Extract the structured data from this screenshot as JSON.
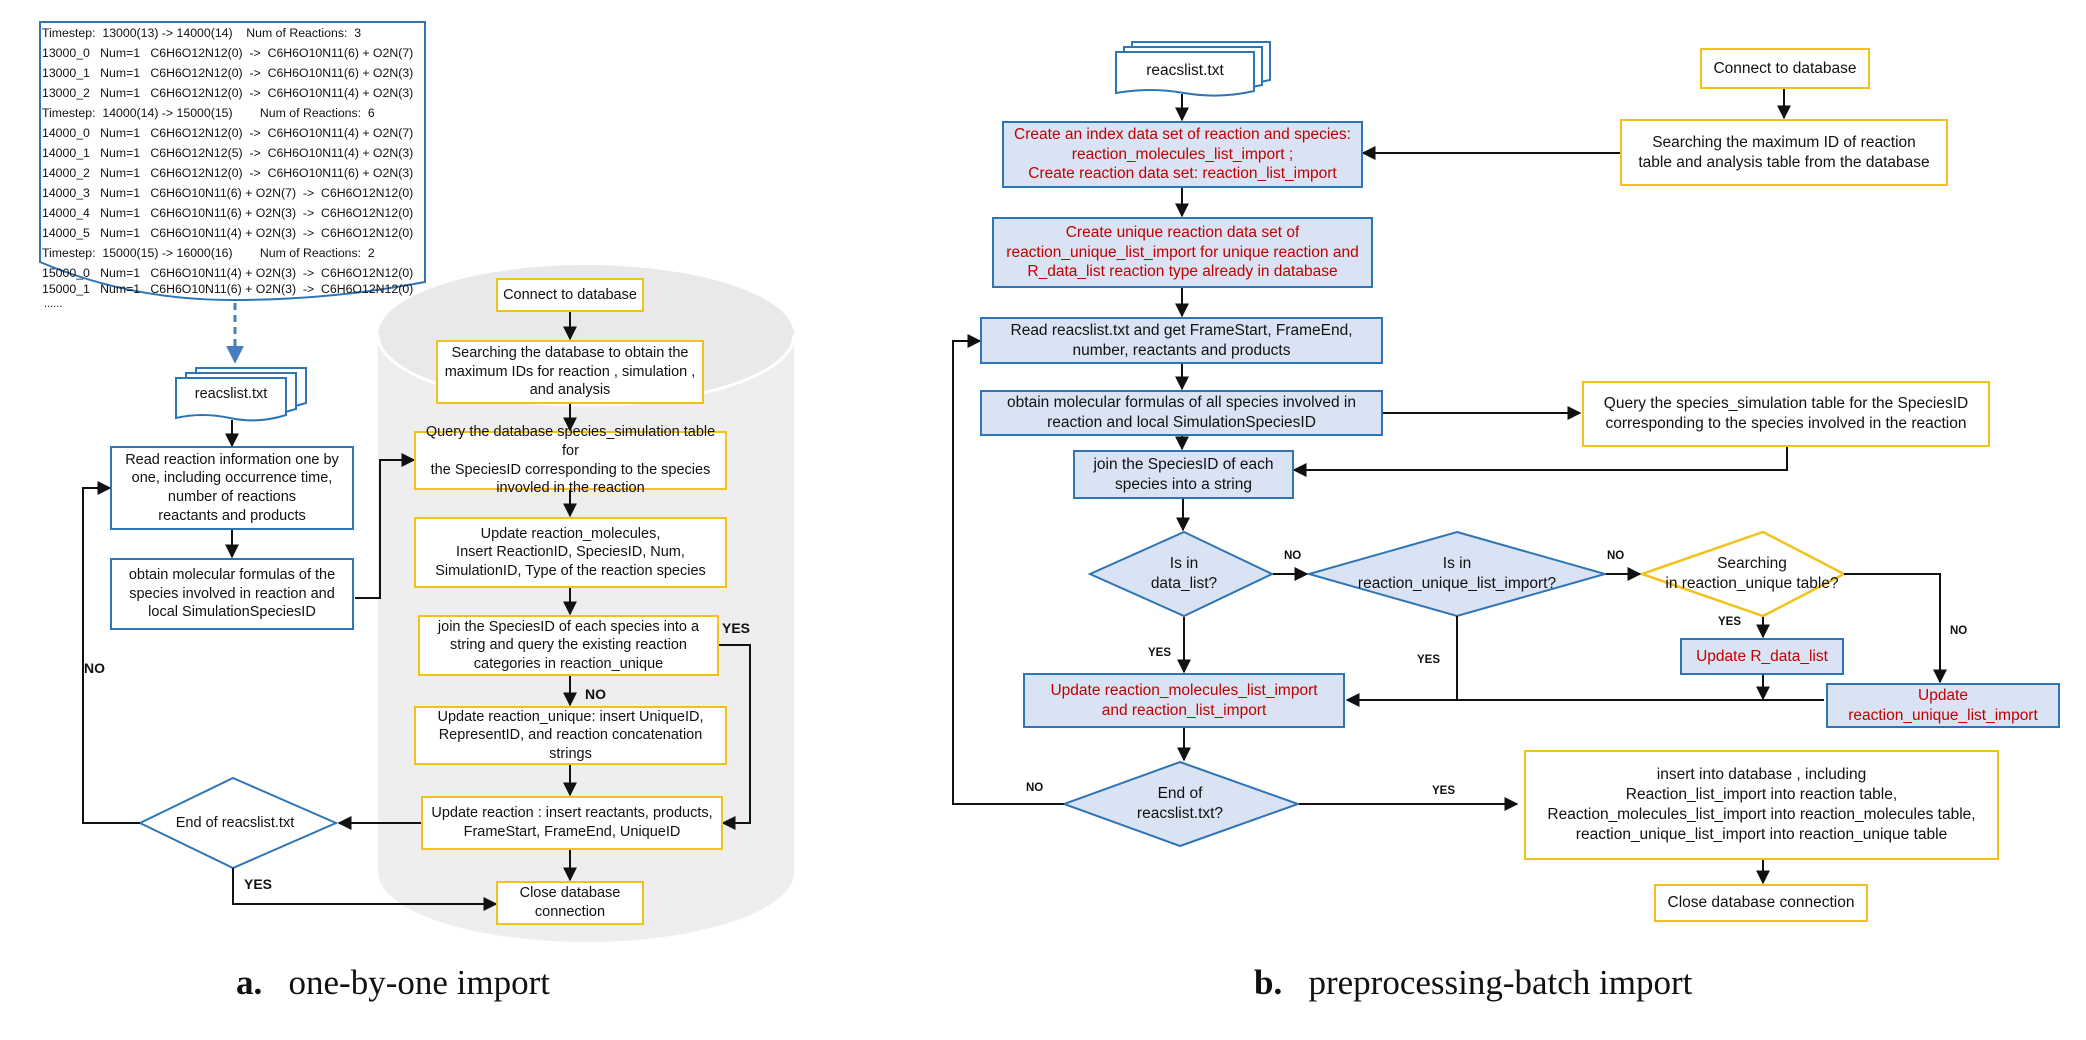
{
  "log": {
    "lines": [
      "Timestep:  13000(13) -> 14000(14)    Num of Reactions:  3",
      "13000_0   Num=1   C6H6O12N12(0)  ->  C6H6O10N11(6) + O2N(7)",
      "13000_1   Num=1   C6H6O12N12(0)  ->  C6H6O10N11(6) + O2N(3)",
      "13000_2   Num=1   C6H6O12N12(0)  ->  C6H6O10N11(4) + O2N(3)",
      "Timestep:  14000(14) -> 15000(15)        Num of Reactions:  6",
      "14000_0   Num=1   C6H6O12N12(0)  ->  C6H6O10N11(4) + O2N(7)",
      "14000_1   Num=1   C6H6O12N12(5)  ->  C6H6O10N11(4) + O2N(3)",
      "14000_2   Num=1   C6H6O12N12(0)  ->  C6H6O10N11(6) + O2N(3)",
      "14000_3   Num=1   C6H6O10N11(6) + O2N(7)  ->  C6H6O12N12(0)",
      "14000_4   Num=1   C6H6O10N11(6) + O2N(3)  ->  C6H6O12N12(0)",
      "14000_5   Num=1   C6H6O10N11(4) + O2N(3)  ->  C6H6O12N12(0)",
      "Timestep:  15000(15) -> 16000(16)        Num of Reactions:  2",
      "15000_0   Num=1   C6H6O10N11(4) + O2N(3)  ->  C6H6O12N12(0)",
      "15000_1   Num=1   C6H6O10N11(6) + O2N(3)  ->  C6H6O12N12(0)",
      "......"
    ]
  },
  "panel_a": {
    "caption_letter": "a.",
    "caption_text": "one-by-one import",
    "file": "reacslist.txt",
    "read_info": "Read reaction information one by\none, including occurrence time,\nnumber of reactions\nreactants and products",
    "obtain_formulas": "obtain molecular formulas of the\nspecies involved in reaction and\nlocal SimulationSpeciesID",
    "end_decision": "End of reacslist.txt",
    "connect": "Connect to database",
    "search_max": "Searching the database to obtain the\nmaximum  IDs for reaction , simulation  ,\nand analysis",
    "query_species": "Query the database species_simulation table for\nthe SpeciesID corresponding to the species\ninvovled  in the reaction",
    "update_molecules": "Update reaction_molecules,\nInsert ReactionID, SpeciesID, Num,\nSimulationID,  Type of the reaction species",
    "join_query": "join the SpeciesID of each species into a\nstring and query the existing reaction\ncategories in reaction_unique",
    "update_unique": "Update reaction_unique:  insert UniqueID,\nRepresentID, and reaction concatenation strings",
    "update_reaction": "Update  reaction : insert reactants, products,\nFrameStart, FrameEnd, UniqueID",
    "close": "Close database\nconnection",
    "yes_right": "YES",
    "no_mid": "NO",
    "no_left": "NO",
    "yes_bottom": "YES"
  },
  "panel_b": {
    "caption_letter": "b.",
    "caption_text": "preprocessing-batch import",
    "file": "reacslist.txt",
    "create_index": "Create an index data set of reaction and species:\nreaction_molecules_list_import  ;\nCreate reaction data set: reaction_list_import",
    "create_unique": "Create unique reaction data set of\nreaction_unique_list_import  for unique reaction and\nR_data_list reaction type already in database",
    "read_reacs": "Read reacslist.txt and get FrameStart, FrameEnd,\nnumber, reactants and products",
    "obtain_formulas": "obtain molecular formulas of all species involved  in\nreaction and local SimulationSpeciesID",
    "join": "join the SpeciesID of each\nspecies into a string",
    "connect": "Connect to database",
    "search_max": "Searching  the maximum ID of reaction\ntable and analysis table from the database",
    "query_species": "Query the species_simulation table for the SpeciesID\ncorresponding to the species involved  in the reaction",
    "d_data_list": "Is in\ndata_list?",
    "d_unique_list": "Is in\nreaction_unique_list_import?",
    "d_search_unique": "Searching\nin reaction_unique table?",
    "update_mol_list": "Update reaction_molecules_list_import\nand reaction_list_import",
    "update_r_data": "Update R_data_list",
    "update_unique_list": "Update\nreaction_unique_list_import",
    "d_end": "End of\nreacslist.txt?",
    "insert_db": "insert into database , including\nReaction_list_import into reaction table,\nReaction_molecules_list_import into reaction_molecules table,\nreaction_unique_list_import into reaction_unique  table",
    "close": "Close database connection",
    "no1": "NO",
    "no2": "NO",
    "no3": "NO",
    "yes1": "YES",
    "yes2": "YES",
    "yes3": "YES",
    "no_end": "NO",
    "yes_end": "YES"
  },
  "colors": {
    "blue": "#2e75b6",
    "yellow": "#f2c21b",
    "fill": "#dae3f3",
    "red": "#c00000",
    "dashed": "#4a7cc2",
    "cylinder": "#eeeeee"
  }
}
